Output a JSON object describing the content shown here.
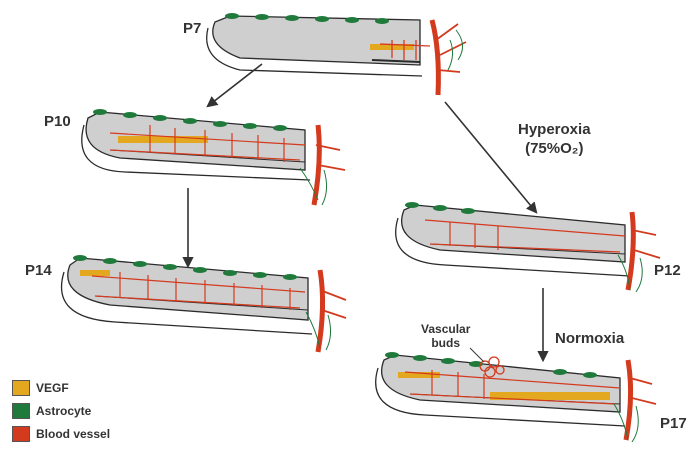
{
  "stages": {
    "p7": "P7",
    "p10": "P10",
    "p14": "P14",
    "p12": "P12",
    "p17": "P17"
  },
  "conditions": {
    "hyperoxia_line1": "Hyperoxia",
    "hyperoxia_line2": "(75%O₂)",
    "normoxia": "Normoxia"
  },
  "annotation": {
    "vascular_buds_line1": "Vascular",
    "vascular_buds_line2": "buds"
  },
  "legend": {
    "items": [
      {
        "label": "VEGF",
        "color": "#e3a81f"
      },
      {
        "label": "Astrocyte",
        "color": "#1f7a3c"
      },
      {
        "label": "Blood vessel",
        "color": "#d43a1e"
      }
    ]
  },
  "colors": {
    "retina_fill": "#cfcfcf",
    "outline": "#2b2b2b",
    "vegf": "#e3a81f",
    "astrocyte": "#1f7a3c",
    "vessel": "#d43a1e",
    "arrow": "#333333"
  }
}
